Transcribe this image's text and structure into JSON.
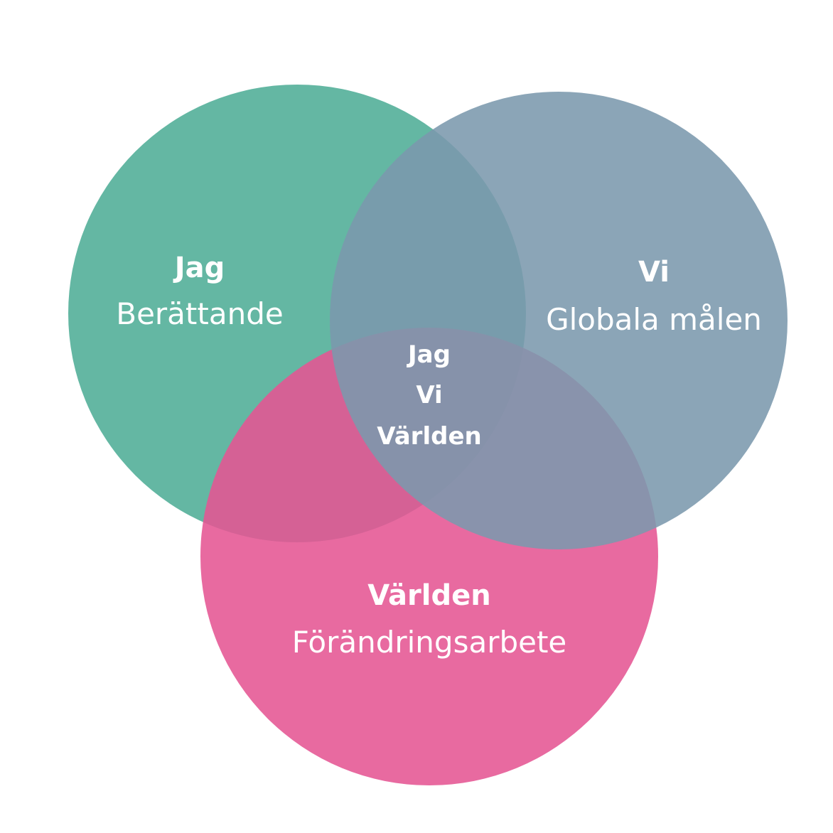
{
  "colors": {
    "background": "#ffffff",
    "jag": "#4ead96",
    "vi": "#7b98ad",
    "varlden": "#e55593",
    "text": "#ffffff"
  },
  "circles": {
    "jag": {
      "title": "Jag",
      "subtitle": "Berättande"
    },
    "vi": {
      "title": "Vi",
      "subtitle": "Globala målen"
    },
    "varlden": {
      "title": "Världen",
      "subtitle": "Förändringsarbete"
    }
  },
  "center": {
    "line1": "Jag",
    "line2": "Vi",
    "line3": "Världen"
  }
}
